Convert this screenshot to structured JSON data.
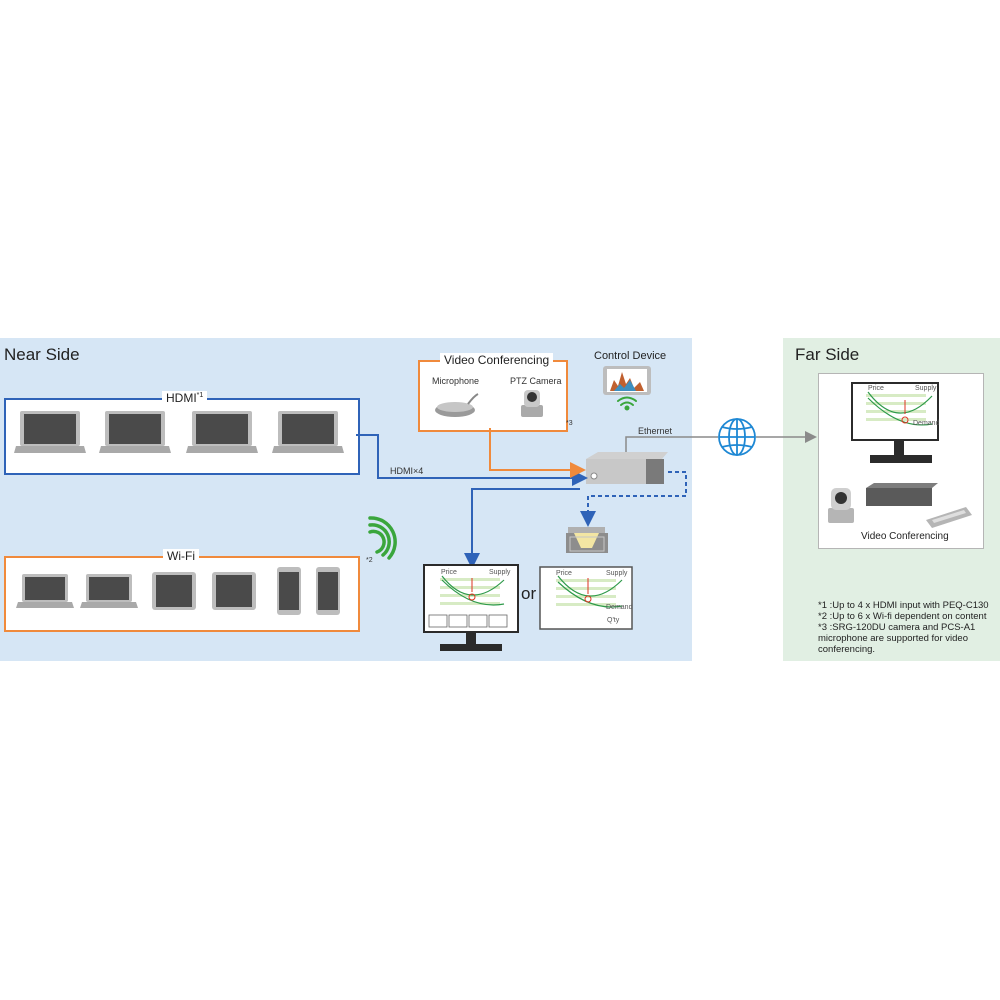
{
  "near_side": {
    "title": "Near Side",
    "hdmi_label": "HDMI",
    "hdmi_note_ref": "*1",
    "wifi_label": "Wi-Fi",
    "wifi_note_ref": "*2",
    "video_conf": {
      "title": "Video Conferencing",
      "microphone": "Microphone",
      "ptz_camera": "PTZ Camera",
      "note_ref": "*3"
    },
    "control_device": "Control Device",
    "ethernet": "Ethernet",
    "hdmi_x4": "HDMI×4",
    "or": "or"
  },
  "far_side": {
    "title": "Far Side",
    "video_conferencing": "Video Conferencing"
  },
  "chart_labels": {
    "price": "Price",
    "supply": "Supply",
    "demand": "Demand",
    "qty": "Q'ty"
  },
  "notes": [
    "*1 :Up to 4 x HDMI input with PEQ-C130",
    "*2 :Up to 6 x Wi-fi dependent on content",
    "*3 :SRG-120DU camera and PCS-A1 microphone are supported for video conferencing."
  ],
  "colors": {
    "near_bg": "#d6e6f5",
    "far_bg": "#e1efe3",
    "hdmi_blue": "#2f63b8",
    "vc_orange": "#f08a3c",
    "ethernet_gray": "#8a8a8a",
    "wifi_green": "#3aa63c",
    "globe_blue": "#1e88d4"
  }
}
